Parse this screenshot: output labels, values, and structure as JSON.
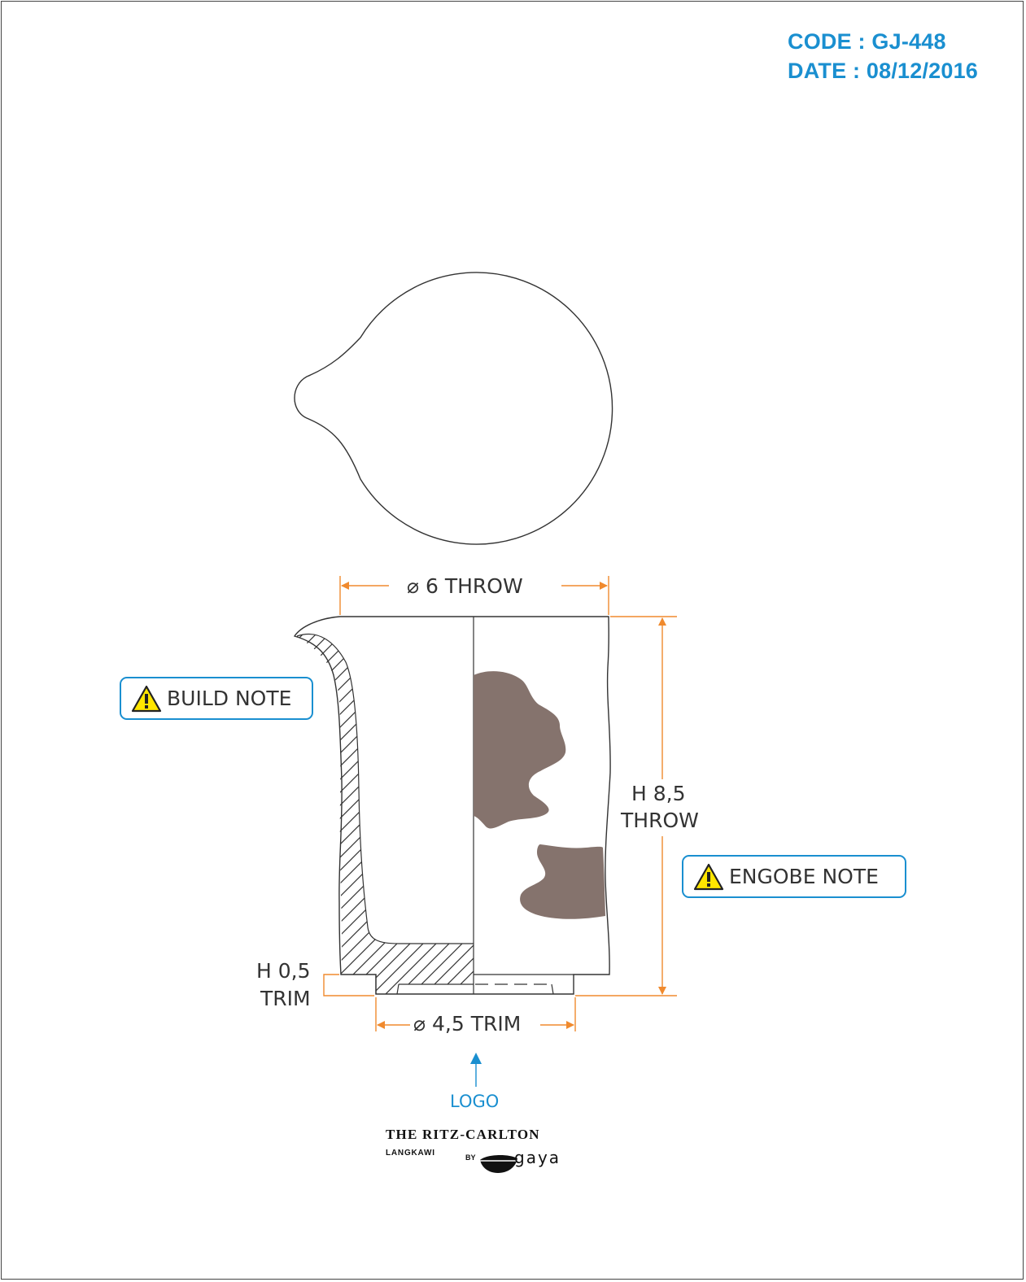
{
  "header": {
    "code": "CODE : GJ-448",
    "date": "DATE : 08/12/2016"
  },
  "dimensions": {
    "top_diameter": "⌀ 6 THROW",
    "height_line1": "H 8,5",
    "height_line2": "THROW",
    "trim_height_line1": "H 0,5",
    "trim_height_line2": "TRIM",
    "trim_diameter": "⌀ 4,5 TRIM"
  },
  "notes": {
    "build": "BUILD NOTE",
    "engobe": "ENGOBE NOTE"
  },
  "logo_label": "LOGO",
  "brand": {
    "name": "THE RITZ-CARLTON",
    "location": "LANGKAWI",
    "by": "BY",
    "maker": "gaya"
  },
  "colors": {
    "accent_blue": "#1a8fd0",
    "dimension_orange": "#f08a2e",
    "engobe_brown": "#85736d",
    "line": "#333333",
    "warning_yellow": "#ffe600"
  }
}
